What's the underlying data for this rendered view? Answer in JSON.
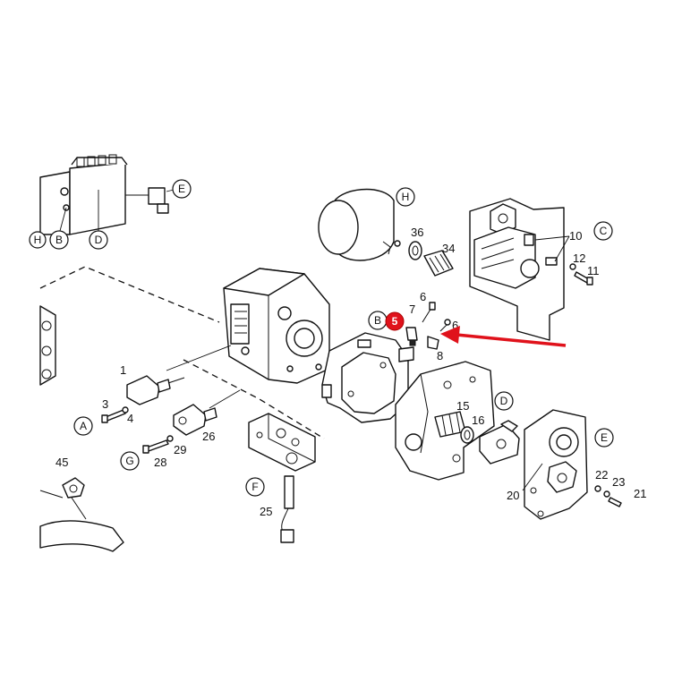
{
  "diagram": {
    "callout_letters": {
      "H_top": "H",
      "C_top": "C",
      "E_top_left": "E",
      "B_left": "B",
      "D_left": "D",
      "H_left": "H",
      "B_center": "B",
      "A": "A",
      "G": "G",
      "F": "F",
      "D_right": "D",
      "E_right": "E"
    },
    "part_numbers": {
      "p1": "1",
      "p3": "3",
      "p4": "4",
      "p5": "5",
      "p6a": "6",
      "p6b": "6",
      "p7": "7",
      "p8": "8",
      "p10": "10",
      "p11": "11",
      "p12": "12",
      "p15": "15",
      "p16": "16",
      "p20": "20",
      "p21": "21",
      "p22": "22",
      "p23": "23",
      "p25": "25",
      "p26": "26",
      "p28": "28",
      "p29": "29",
      "p34": "34",
      "p36": "36",
      "p45": "45"
    },
    "highlight": {
      "part": "5",
      "color": "#e0121b",
      "arrow_color": "#e0121b"
    }
  }
}
